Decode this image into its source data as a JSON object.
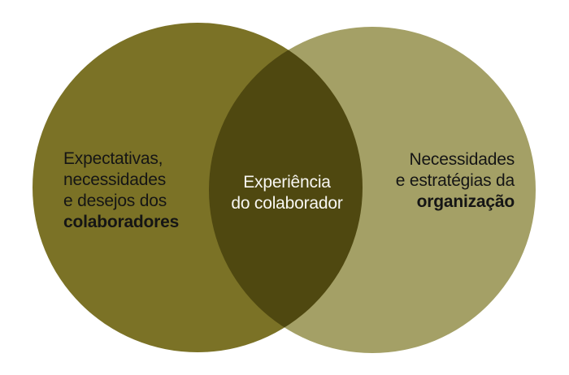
{
  "venn": {
    "diagram_type": "venn-2-circles",
    "background": "#ffffff",
    "left": {
      "color": "#7b7226",
      "lines": [
        "Expectativas,",
        "necessidades",
        "e desejos dos"
      ],
      "bold_line": "colaboradores",
      "text_color": "#151515"
    },
    "right": {
      "color": "#a4a066",
      "lines": [
        "Necessidades",
        "e estratégias da"
      ],
      "bold_line": "organização",
      "text_color": "#151515"
    },
    "intersection": {
      "color": "#4f4810",
      "lines": [
        "Experiência",
        "do colaborador"
      ],
      "text_color": "#f8f7f2"
    }
  }
}
